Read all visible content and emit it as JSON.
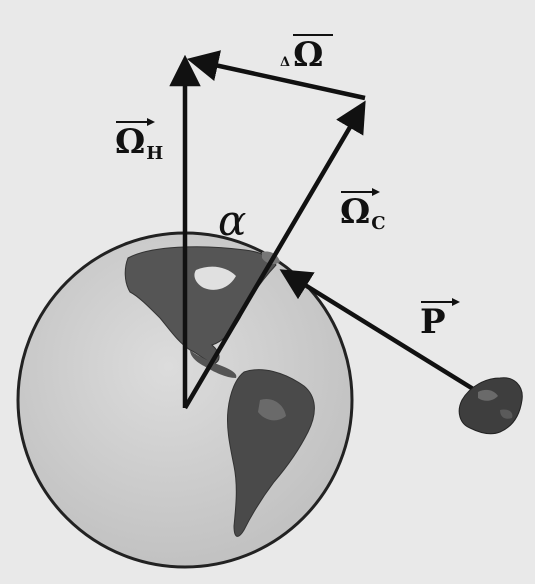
{
  "labels": {
    "omega_h": {
      "symbol": "Ω",
      "subscript": "H"
    },
    "omega_c": {
      "symbol": "Ω",
      "subscript": "C"
    },
    "delta_omega": {
      "prefix": "Δ",
      "symbol": "Ω"
    },
    "angle": "α",
    "force": "P"
  },
  "colors": {
    "background": "#e9e9e9",
    "vectors": "#111111",
    "ocean": "#c9c9c9",
    "land": "#4a4a4a"
  },
  "icons": [
    "globe-earth",
    "asteroid"
  ]
}
